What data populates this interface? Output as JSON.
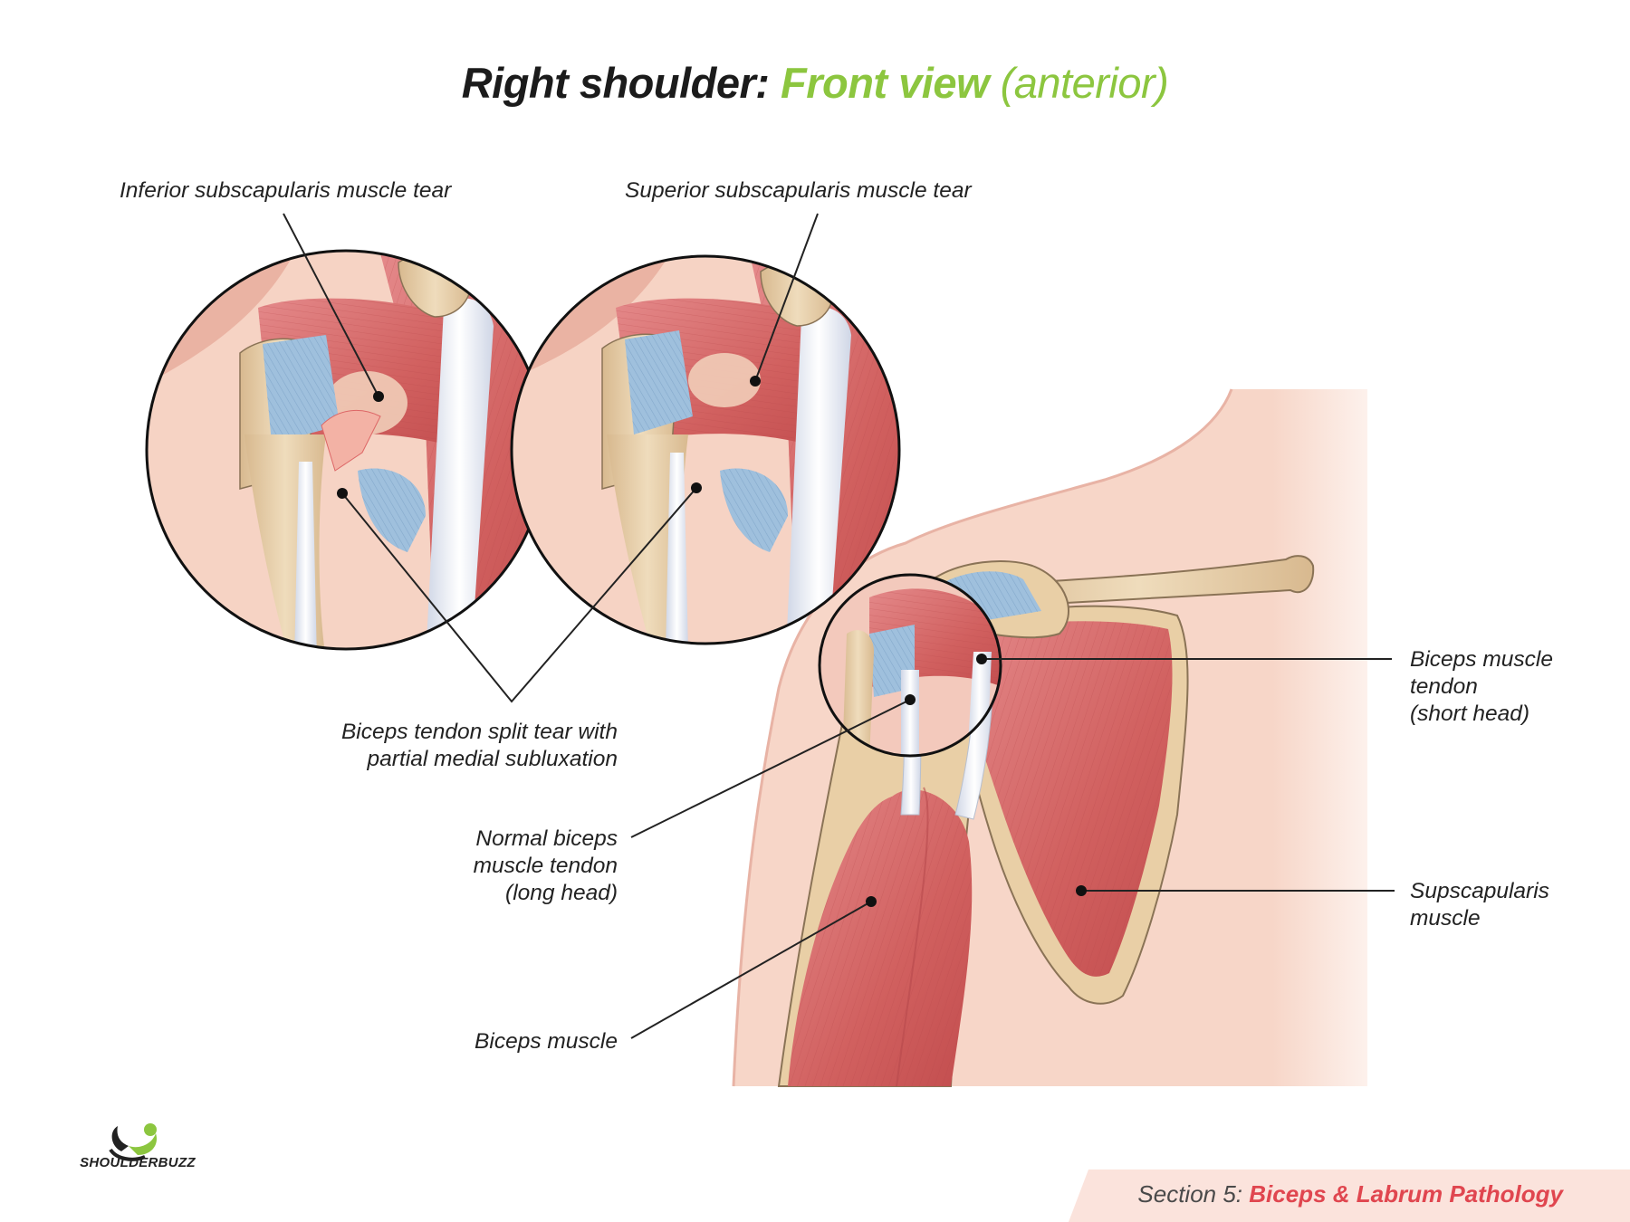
{
  "title": {
    "part1": "Right shoulder",
    "sep": ": ",
    "part2": "Front view",
    "part3": " (anterior)"
  },
  "labels": {
    "inferior_tear": "Inferior subscapularis muscle tear",
    "superior_tear": "Superior subscapularis muscle tear",
    "split_tear_line1": "Biceps tendon split tear with",
    "split_tear_line2": "partial medial subluxation",
    "normal_tendon_line1": "Normal biceps",
    "normal_tendon_line2": "muscle tendon",
    "normal_tendon_line3": "(long head)",
    "biceps_muscle": "Biceps muscle",
    "short_head_line1": "Biceps muscle",
    "short_head_line2": "tendon",
    "short_head_line3": "(short head)",
    "subscap_line1": "Supscapularis",
    "subscap_line2": "muscle"
  },
  "footer": {
    "section_prefix": "Section 5: ",
    "section_title": "Biceps & Labrum Pathology"
  },
  "logo": {
    "name": "SHOULDERBUZZ"
  },
  "colors": {
    "title_dark": "#1b1b1b",
    "title_green": "#8cc63f",
    "accent_red": "#e0464f",
    "skin": "#f6d3c4",
    "muscle": "#d4686a",
    "bone": "#e9cfa6",
    "ligament": "#9fc0dd",
    "tendon": "#eef0f6"
  }
}
